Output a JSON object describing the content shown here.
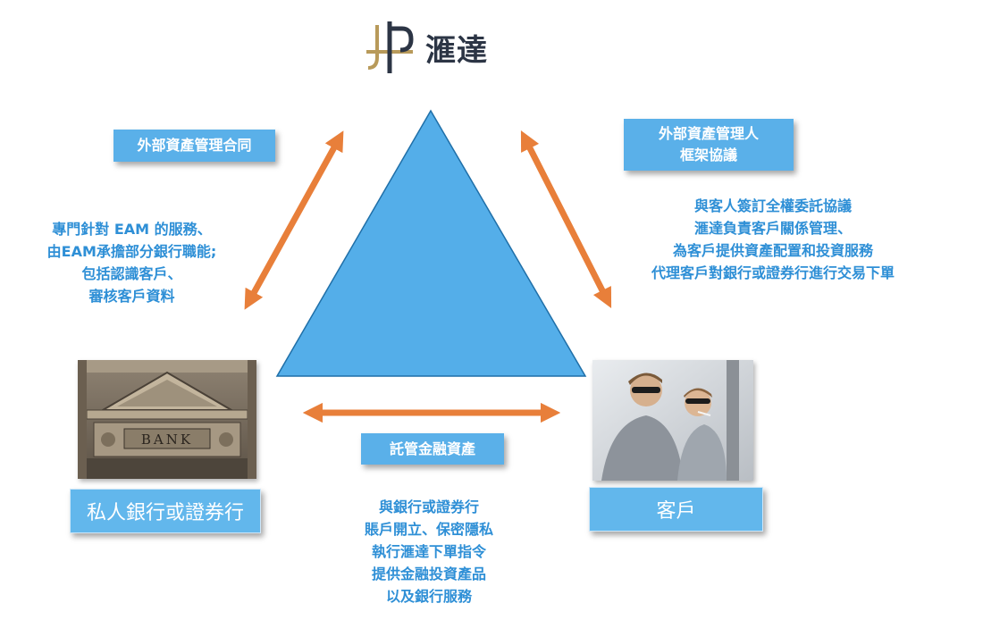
{
  "brand": {
    "logo_text": "滙達"
  },
  "links": {
    "eam_bank_contract": "外部資產管理合同",
    "eam_client_agreement_line1": "外部資產管理人",
    "eam_client_agreement_line2": "框架協議",
    "custody": "託管金融資產"
  },
  "descriptions": {
    "eam_to_bank": [
      "專門針對 EAM 的服務、",
      "由EAM承擔部分銀行職能;",
      "包括認識客戶、",
      "審核客戶資料"
    ],
    "eam_to_client": [
      "與客人簽訂全權委託協議",
      "滙達負責客戶關係管理、",
      "為客戶提供資產配置和投資服務",
      "代理客戶對銀行或證券行進行交易下單"
    ],
    "bank_services": [
      "與銀行或證券行",
      "賬戶開立、保密隱私",
      "執行滙達下單指令",
      "提供金融投資產品",
      "以及銀行服務"
    ]
  },
  "parties": {
    "bank": "私人銀行或證券行",
    "client": "客戶",
    "bank_photo_sign": "BANK"
  },
  "colors": {
    "triangle": "#54aee9",
    "arrow": "#e87f3a",
    "label_box": "#5ab0e9",
    "desc_text": "#2e8fd6",
    "logo_gold": "#b89a5a",
    "logo_navy": "#2c3545"
  }
}
